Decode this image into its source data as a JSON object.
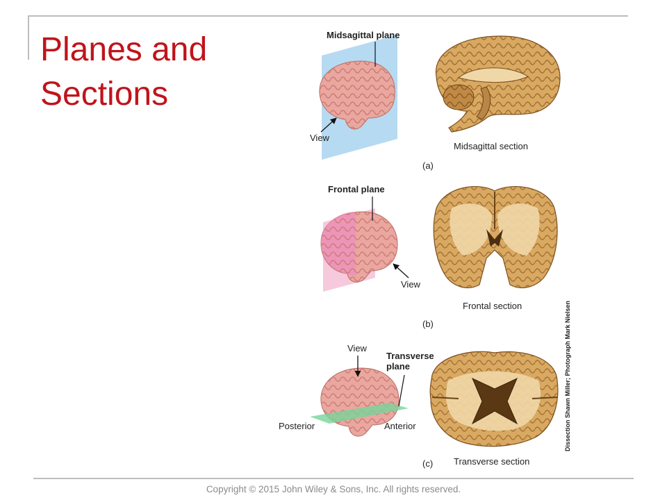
{
  "slide": {
    "title_line1": "Planes and",
    "title_line2": "Sections",
    "footer": "Copyright © 2015 John Wiley & Sons, Inc. All rights reserved."
  },
  "figure": {
    "panel_a": {
      "plane_label": "Midsagittal plane",
      "view_label": "View",
      "section_label": "Midsagittal section",
      "letter": "(a)"
    },
    "panel_b": {
      "plane_label": "Frontal plane",
      "view_label": "View",
      "section_label": "Frontal section",
      "letter": "(b)"
    },
    "panel_c": {
      "view_label": "View",
      "plane_label_line1": "Transverse",
      "plane_label_line2": "plane",
      "posterior_label": "Posterior",
      "anterior_label": "Anterior",
      "section_label": "Transverse section",
      "letter": "(c)"
    },
    "credit": "Dissection Shawn Miller; Photograph Mark Nielsen",
    "colors": {
      "title": "#c0141b",
      "brain_pink": "#e9a7a0",
      "midsagittal_plane": "#a9d3ee",
      "frontal_plane": "#f6bfd6",
      "transverse_plane": "#78d49a",
      "specimen_tan": "#d9a861"
    }
  }
}
